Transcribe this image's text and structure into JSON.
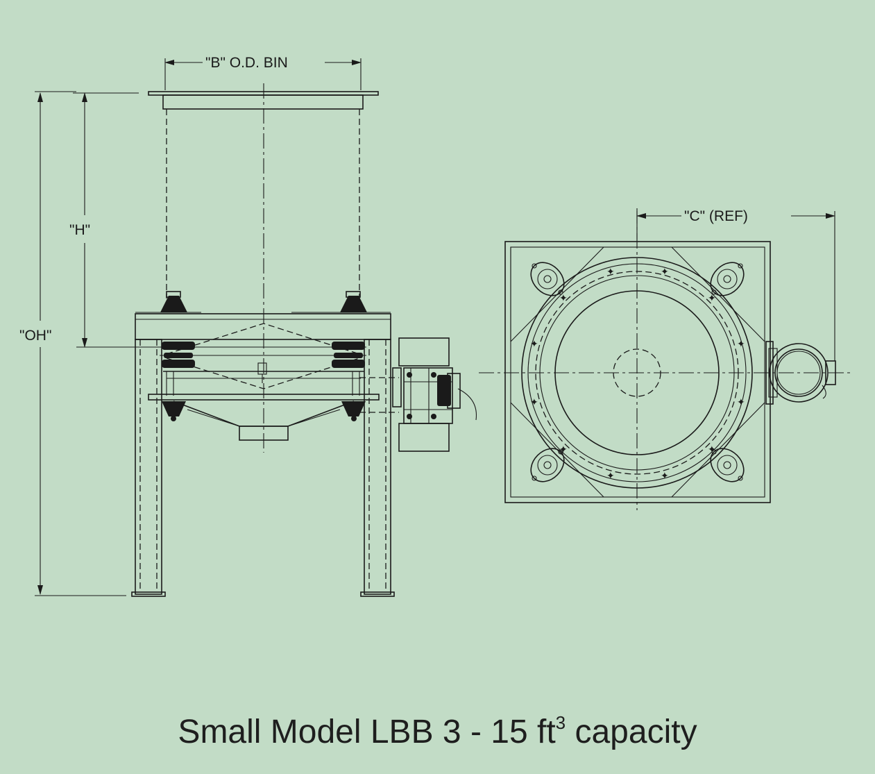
{
  "labels": {
    "bin_od": "\"B\" O.D. BIN",
    "height": "\"H\"",
    "overall_height": "\"OH\"",
    "c_ref": "\"C\" (REF)"
  },
  "caption": {
    "prefix": "Small Model LBB 3 - 15 ft",
    "superscript": "3",
    "suffix": " capacity"
  },
  "colors": {
    "background": "#c2dcc6",
    "line": "#1a1a1a"
  }
}
